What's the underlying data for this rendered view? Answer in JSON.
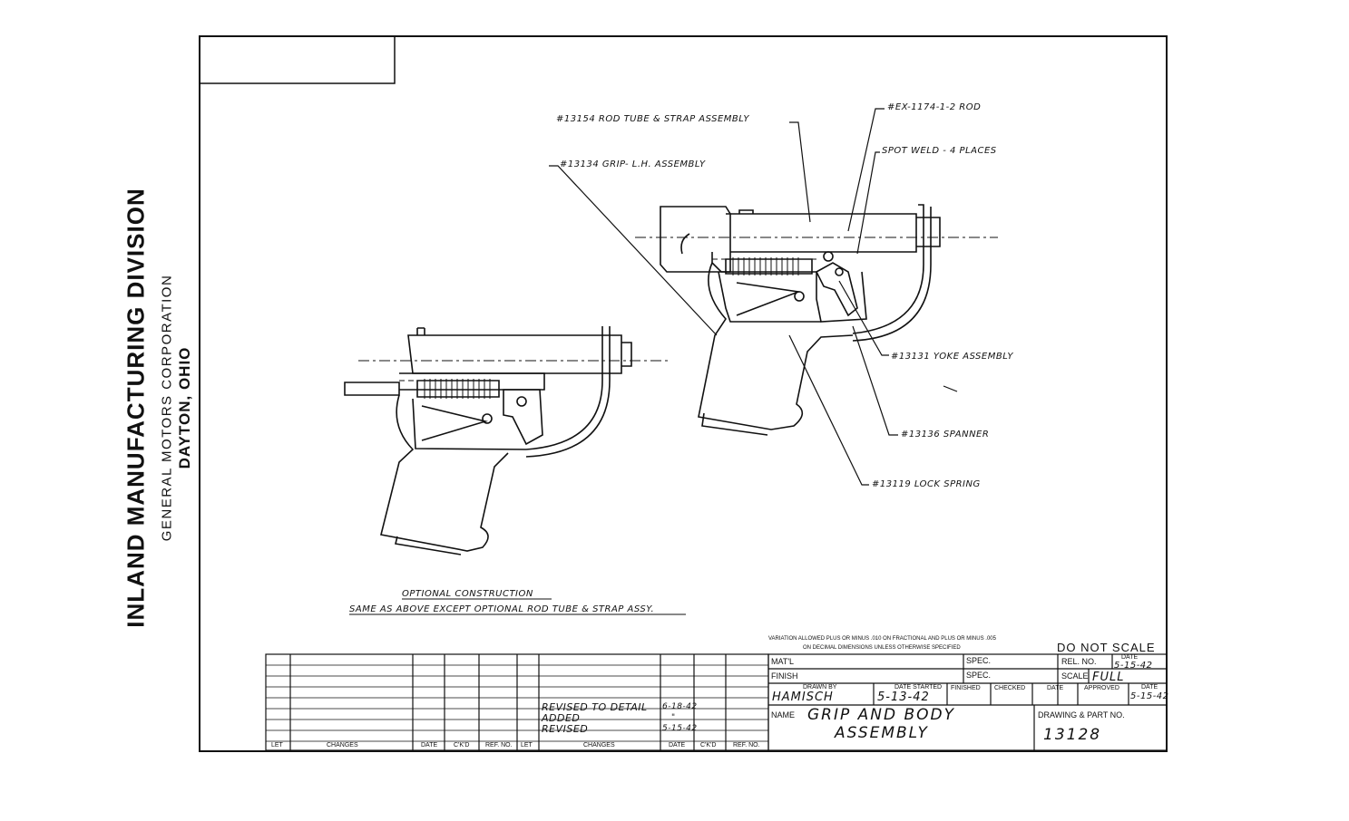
{
  "company": {
    "name": "INLAND MANUFACTURING DIVISION",
    "parent": "GENERAL  MOTORS  CORPORATION",
    "location": "DAYTON, OHIO"
  },
  "callouts": {
    "rod_tube": "#13154 ROD TUBE & STRAP ASSEMBLY",
    "grip_lh": "#13134 GRIP- L.H. ASSEMBLY",
    "rod": "#EX-1174-1-2 ROD",
    "spot_weld": "SPOT WELD - 4 PLACES",
    "yoke": "#13131 YOKE ASSEMBLY",
    "spanner": "#13136 SPANNER",
    "lock_spring": "#13119 LOCK SPRING"
  },
  "optional": {
    "title": "OPTIONAL CONSTRUCTION",
    "note": "SAME AS ABOVE EXCEPT OPTIONAL ROD TUBE & STRAP ASSY."
  },
  "revisions": {
    "rows": [
      {
        "change": "REVISED TO DETAIL",
        "date": "6-18-42"
      },
      {
        "change": "ADDED",
        "date": "\""
      },
      {
        "change": "REVISED",
        "date": "5-15-42"
      }
    ],
    "headers": [
      "LET",
      "CHANGES",
      "DATE",
      "C'K'D",
      "REF. NO.",
      "LET",
      "CHANGES",
      "DATE",
      "C'K'D",
      "REF. NO."
    ]
  },
  "title_block": {
    "tolerance_note_1": "VARIATION ALLOWED PLUS OR MINUS .010 ON FRACTIONAL AND PLUS OR MINUS .005",
    "tolerance_note_2": "ON DECIMAL DIMENSIONS UNLESS OTHERWISE SPECIFIED",
    "do_not_scale": "DO NOT SCALE",
    "matl_label": "MAT'L",
    "spec_label": "SPEC.",
    "rel_no_label": "REL. NO.",
    "date_label": "DATE",
    "rel_date": "5-15-42",
    "finish_label": "FINISH",
    "scale_label": "SCALE",
    "scale_value": "FULL",
    "drawn_by_label": "DRAWN BY",
    "drawn_by": "HAMISCH",
    "date_started_label": "DATE STARTED",
    "date_started": "5-13-42",
    "finished_label": "FINISHED",
    "checked_label": "CHECKED",
    "approved_label": "APPROVED",
    "approved_date": "5-15-42",
    "name_label": "NAME",
    "name_line1": "GRIP AND BODY",
    "name_line2": "ASSEMBLY",
    "part_label": "DRAWING & PART NO.",
    "part_no": "13128"
  }
}
